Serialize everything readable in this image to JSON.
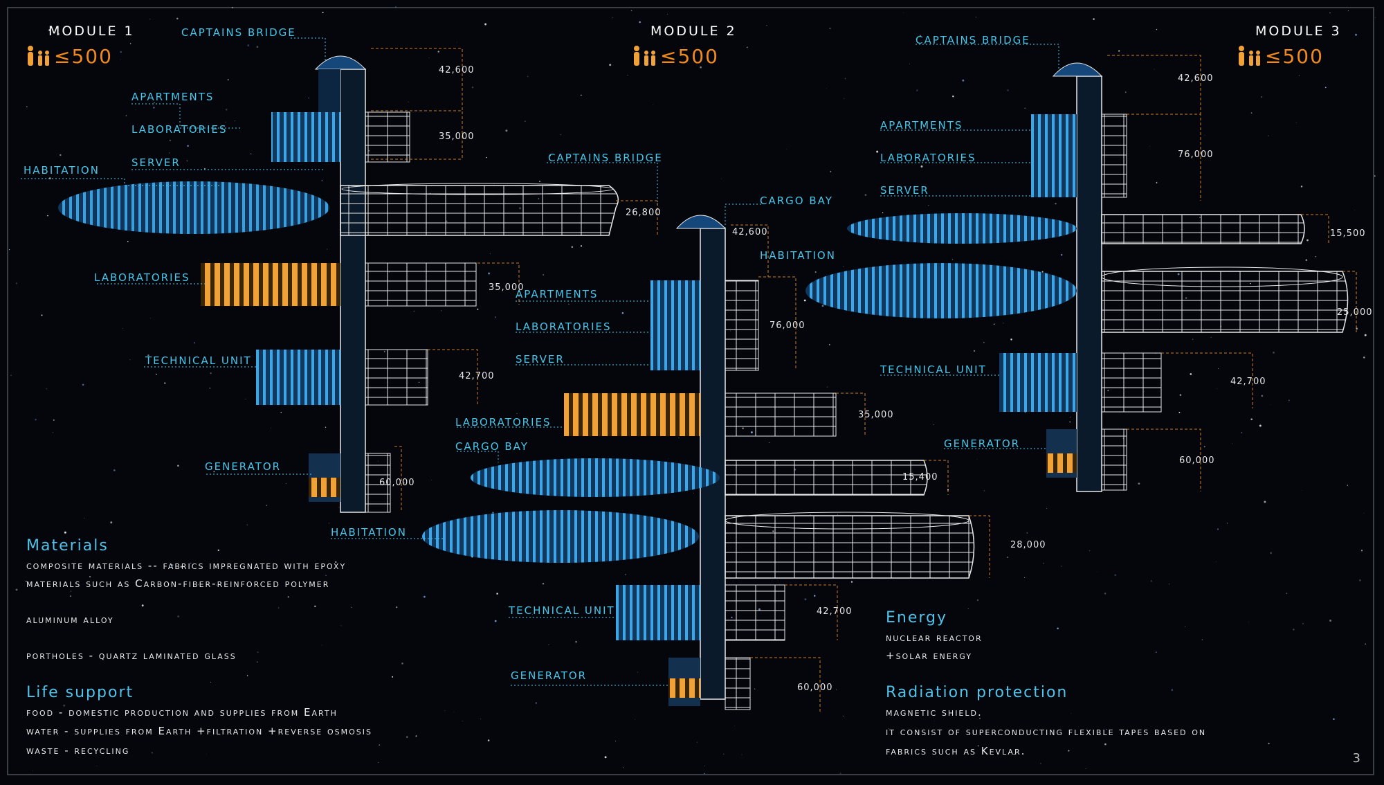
{
  "modules": [
    {
      "name": "MODULE 1",
      "crew": "≤500",
      "labels": [
        "CAPTAINS BRIDGE",
        "APARTMENTS",
        "LABORATORIES",
        "SERVER",
        "HABITATION",
        "LABORATORIES",
        "TECHNICAL UNIT",
        "GENERATOR"
      ],
      "dimensions": [
        "42,600",
        "35,000",
        "26,800",
        "35,000",
        "42,700",
        "60,000"
      ]
    },
    {
      "name": "MODULE 2",
      "crew": "≤500",
      "labels": [
        "CAPTAINS BRIDGE",
        "CARGO BAY",
        "HABITATION",
        "APARTMENTS",
        "LABORATORIES",
        "SERVER",
        "LABORATORIES",
        "CARGO BAY",
        "HABITATION",
        "TECHNICAL UNIT",
        "GENERATOR"
      ],
      "dimensions": [
        "42,600",
        "76,000",
        "35,000",
        "15,400",
        "28,000",
        "42,700",
        "60,000"
      ]
    },
    {
      "name": "MODULE 3",
      "crew": "≤500",
      "labels": [
        "CAPTAINS BRIDGE",
        "APARTMENTS",
        "LABORATORIES",
        "SERVER",
        "TECHNICAL UNIT",
        "GENERATOR"
      ],
      "dimensions": [
        "42,600",
        "76,000",
        "15,500",
        "25,000",
        "42,700",
        "60,000"
      ]
    }
  ],
  "materials": {
    "heading": "Materials",
    "lines": [
      "composite materials -- fabrics impregnated with epoxy",
      "materials    such as Carbon-fiber-reinforced polymer",
      "aluminum alloy",
      "portholes  - quartz laminated glass"
    ]
  },
  "life_support": {
    "heading": "Life support",
    "lines": [
      "food    - domestic production and supplies from Earth",
      "water  - supplies from Earth +filtration +reverse osmosis",
      "waste  - recycling"
    ]
  },
  "energy": {
    "heading": "Energy",
    "lines": [
      "nuclear reactor",
      "+solar energy"
    ]
  },
  "radiation": {
    "heading": "Radiation protection",
    "lines": [
      "magnetic shield.",
      " it consist of superconducting flexible tapes based on",
      "fabrics such as Kevlar."
    ]
  },
  "page_number": "3",
  "colors": {
    "accent_blue": "#46c6ea",
    "accent_orange": "#f08a1e",
    "wire": "#e8e8e8",
    "background": "#04060b"
  },
  "icons": [
    "crew-people-icon"
  ]
}
